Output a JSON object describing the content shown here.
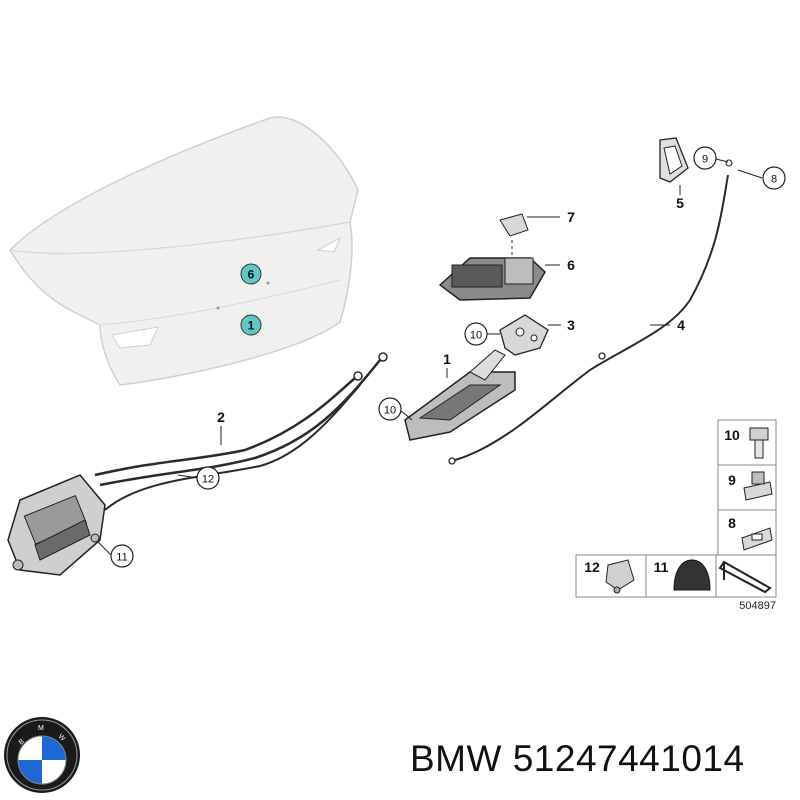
{
  "diagram": {
    "callouts": {
      "trunk_lid_6": "6",
      "trunk_lid_1": "1",
      "c7": "7",
      "c6": "6",
      "c3": "3",
      "c10_upper": "10",
      "c1": "1",
      "c10_lower": "10",
      "c2": "2",
      "c12": "12",
      "c11": "11",
      "c5": "5",
      "c9": "9",
      "c8": "8",
      "c4": "4"
    },
    "legend": {
      "cells": [
        "10",
        "9",
        "8",
        "12",
        "11"
      ],
      "drawing_no": "504897"
    },
    "accent_color": "#5ec8c8"
  },
  "caption": {
    "brand": "BMW",
    "part_number": "51247441014"
  },
  "logo": {
    "text": "BMW",
    "colors": {
      "blue": "#1c69d4",
      "white": "#ffffff",
      "ring": "#1a1a1a"
    }
  }
}
